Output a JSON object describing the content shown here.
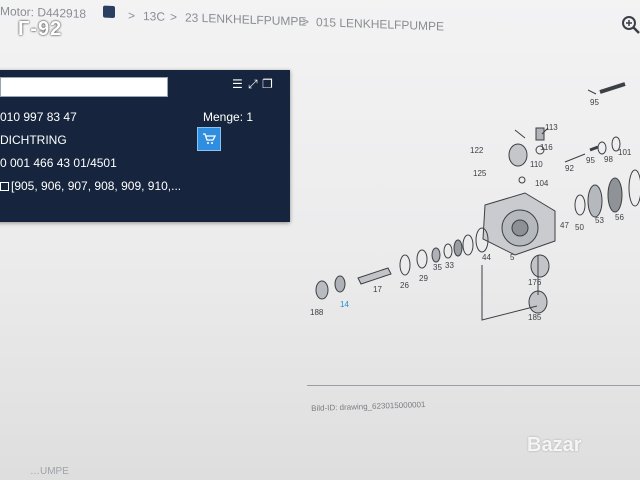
{
  "overlay_label": "Г-92",
  "breadcrumb": {
    "motor": "Motor: D442918",
    "sep1": ">",
    "item1": "13C",
    "sep2": ">",
    "item2": "23 LENKHELFPUMPE",
    "sep3": ">",
    "item3": "015 LENKHELFPUMPE"
  },
  "panel": {
    "part_number": "010 997 83 47",
    "description": "DICHTRING",
    "reference": "0 001 466 43 01/4501",
    "models": "[905, 906, 907, 908, 909, 910,...",
    "menge_label": "Menge: 1",
    "info": "①"
  },
  "drawing": {
    "callouts": [
      "95",
      "113",
      "122",
      "116",
      "110",
      "125",
      "104",
      "92",
      "95",
      "98",
      "101",
      "47",
      "50",
      "53",
      "56",
      "44",
      "5",
      "35",
      "33",
      "29",
      "26",
      "17",
      "14",
      "188",
      "176",
      "185"
    ],
    "highlighted": "14"
  },
  "bild_id": "Bild-ID: drawing_623015000001",
  "footer_text": "…UMPE",
  "watermark": "Bazar"
}
